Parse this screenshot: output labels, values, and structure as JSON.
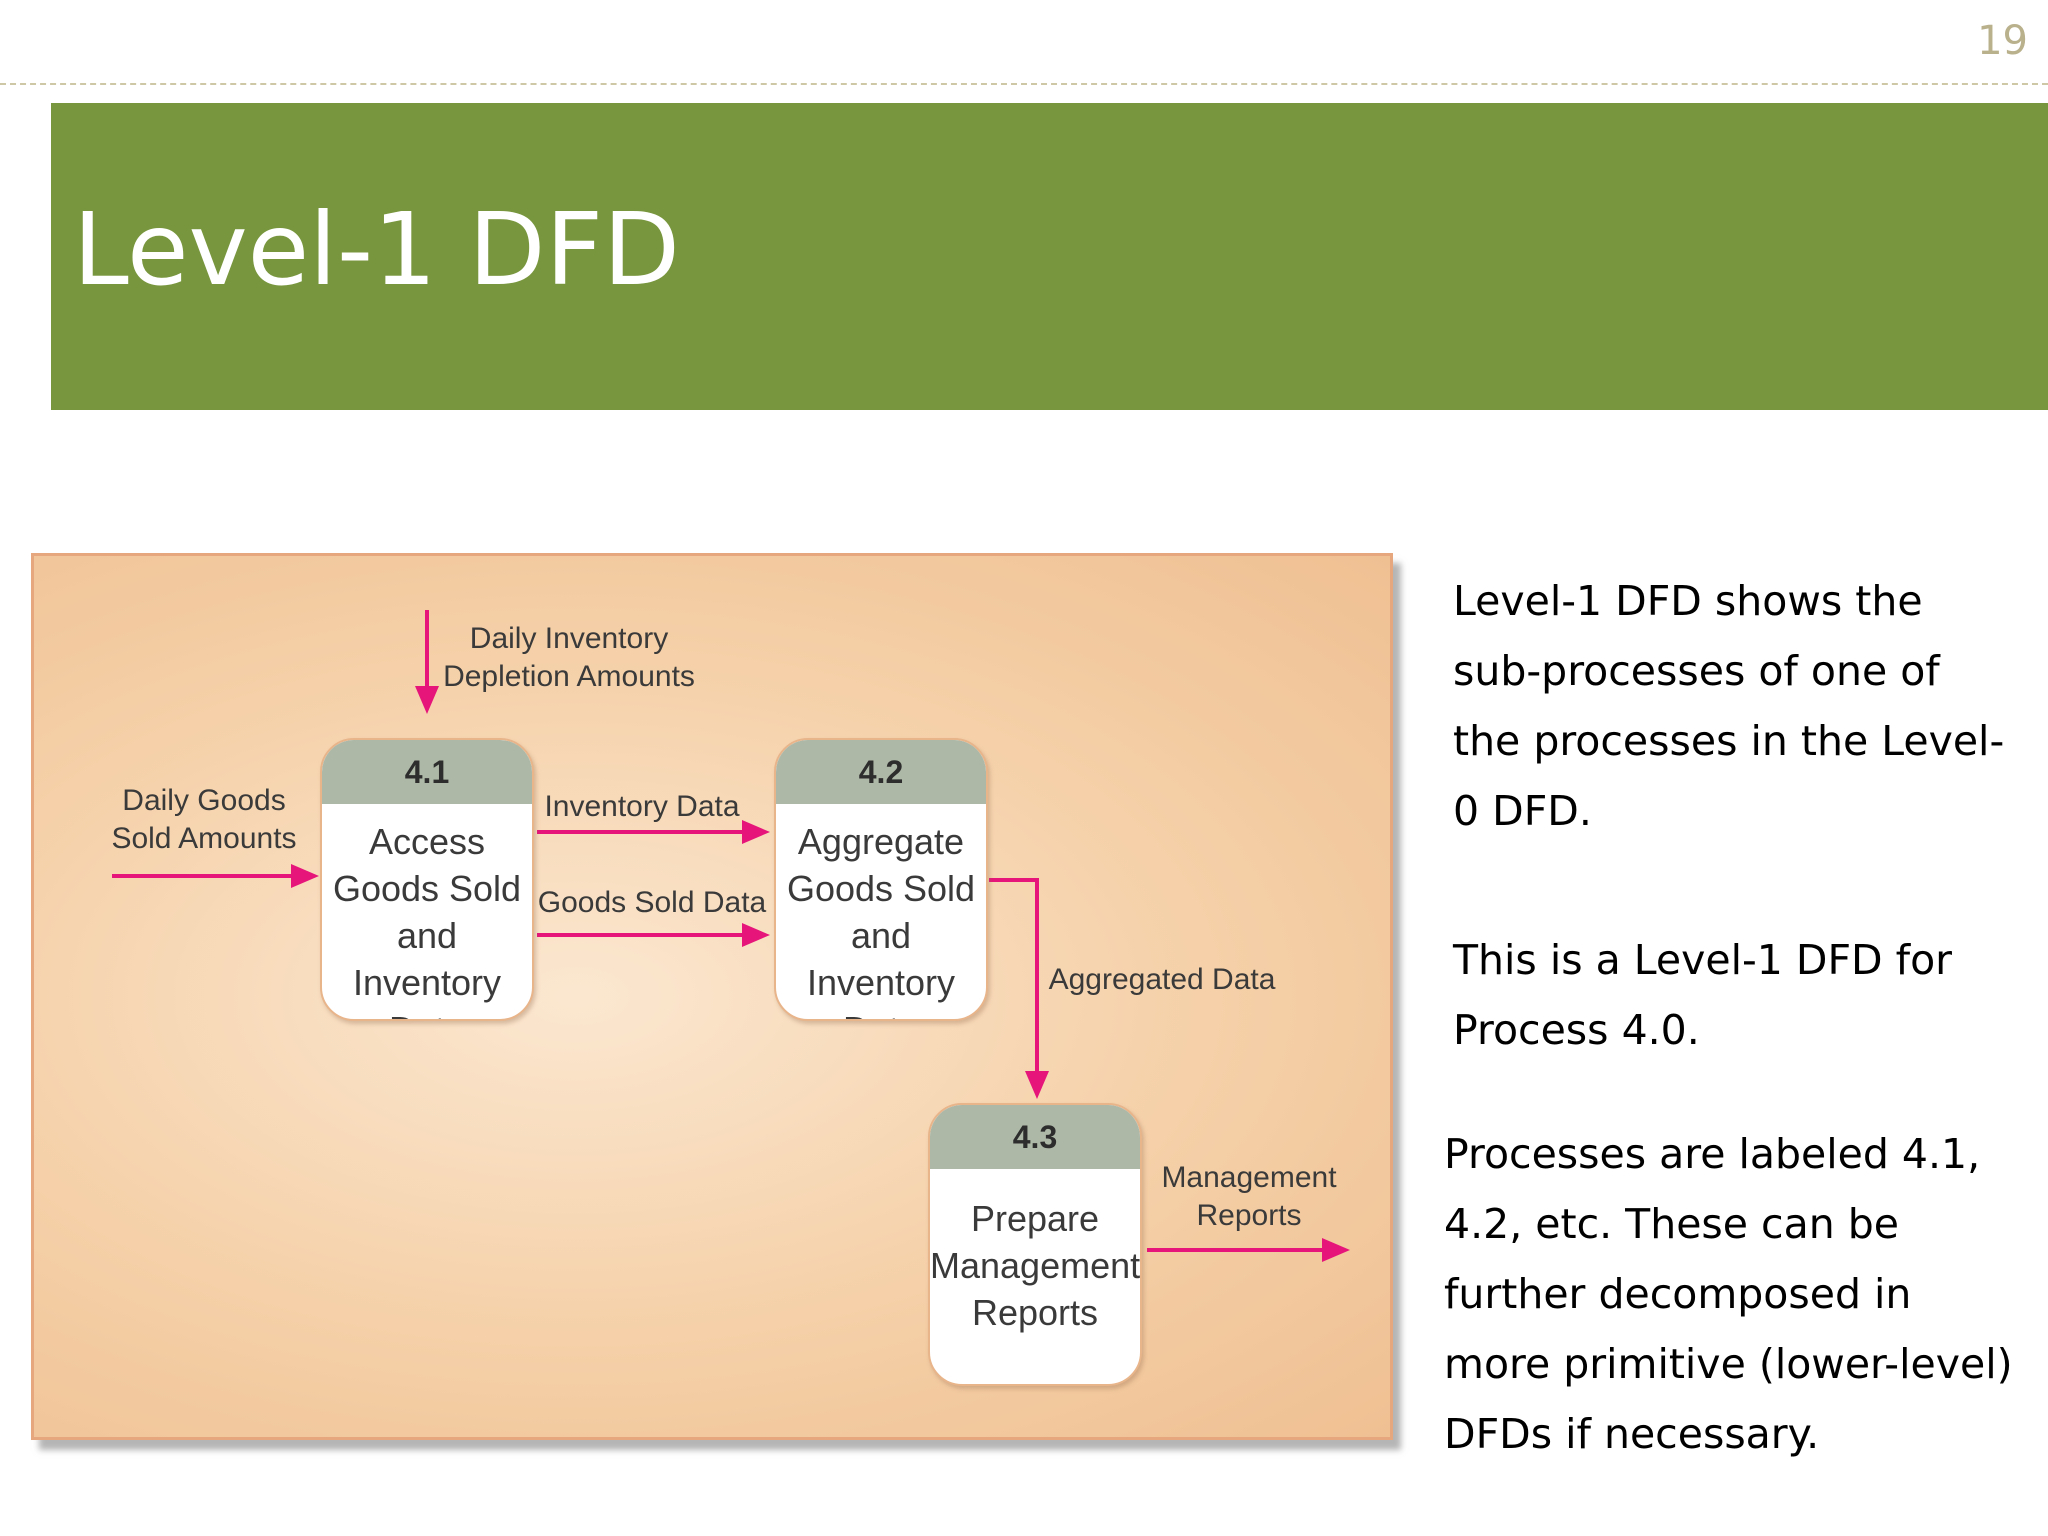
{
  "slide": {
    "number": "19",
    "title": "Level-1 DFD",
    "accent_color": "#78963d"
  },
  "diagram": {
    "arrow_color": "#e6157a",
    "processes": [
      {
        "id": "4.1",
        "name": "Access\nGoods Sold\nand Inventory\nData"
      },
      {
        "id": "4.2",
        "name": "Aggregate\nGoods Sold\nand Inventory\nData"
      },
      {
        "id": "4.3",
        "name": "Prepare\nManagement\nReports"
      }
    ],
    "flows": [
      {
        "label": "Daily Inventory\nDepletion Amounts"
      },
      {
        "label": "Daily Goods\nSold Amounts"
      },
      {
        "label": "Inventory Data"
      },
      {
        "label": "Goods Sold Data"
      },
      {
        "label": "Aggregated Data"
      },
      {
        "label": "Management\nReports"
      }
    ]
  },
  "notes": [
    "Level-1 DFD shows the sub-processes of one of the processes in the Level-0 DFD.",
    "This is a Level-1 DFD for Process 4.0.",
    "Processes are labeled 4.1, 4.2, etc. These can be further decomposed in more primitive (lower-level) DFDs if necessary."
  ]
}
